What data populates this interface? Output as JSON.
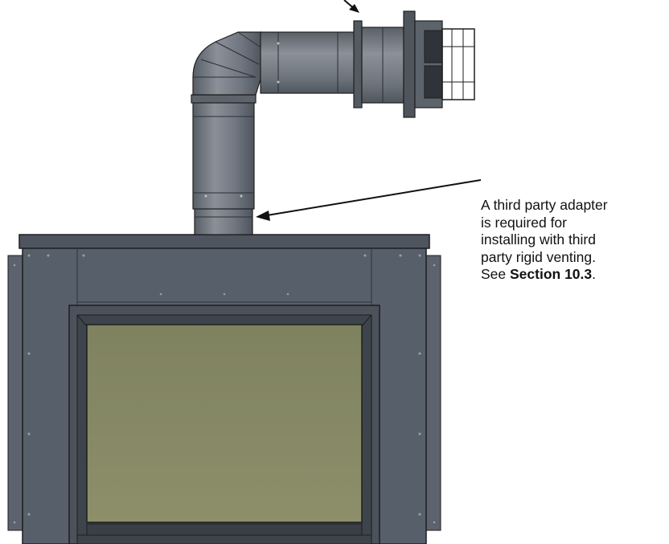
{
  "callout": {
    "line1": "A third party adapter",
    "line2": "is required for",
    "line3": "installing with third",
    "line4": "party rigid venting.",
    "line5_prefix": "See ",
    "line5_bold": "Section 10.3",
    "line5_suffix": "."
  },
  "colors": {
    "frame": "#575f6b",
    "frame_dark": "#3a3f47",
    "pipe": "#6c727a",
    "glass": "#8a8c66",
    "outline": "#1e1e1e"
  }
}
